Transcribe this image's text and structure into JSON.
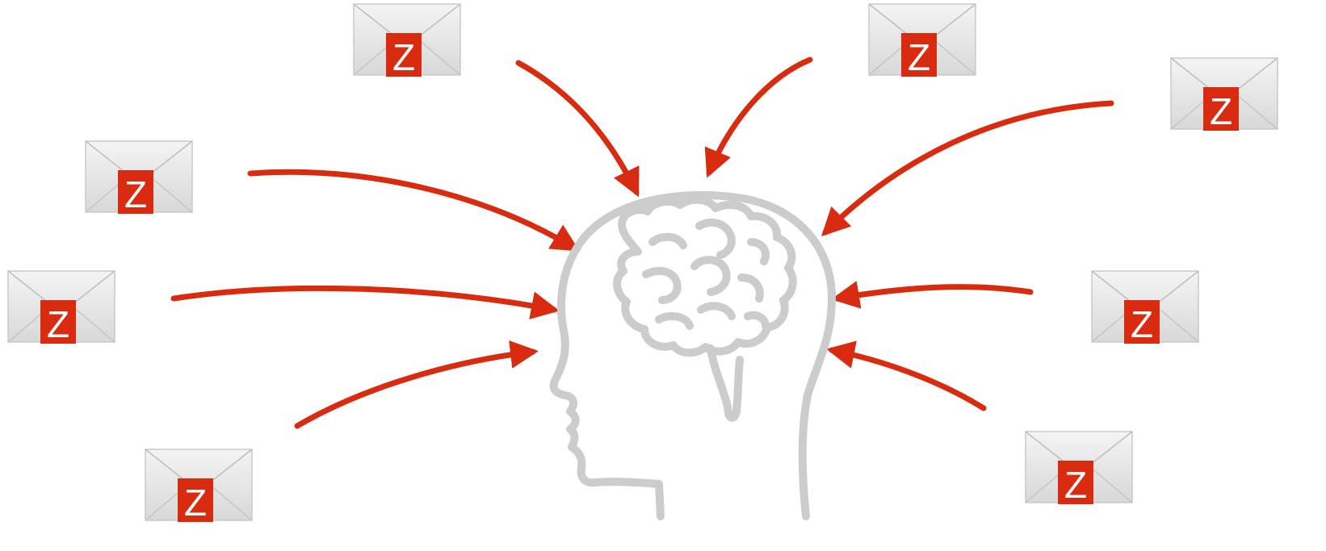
{
  "diagram": {
    "center": {
      "icon": "head-with-brain-icon",
      "stroke_color": "#cccccc"
    },
    "envelope": {
      "icon": "envelope-icon",
      "badge_letter": "Z",
      "badge_color": "#d92b10",
      "count": 8
    },
    "arrows": {
      "color": "#d92b10",
      "count": 8
    }
  }
}
